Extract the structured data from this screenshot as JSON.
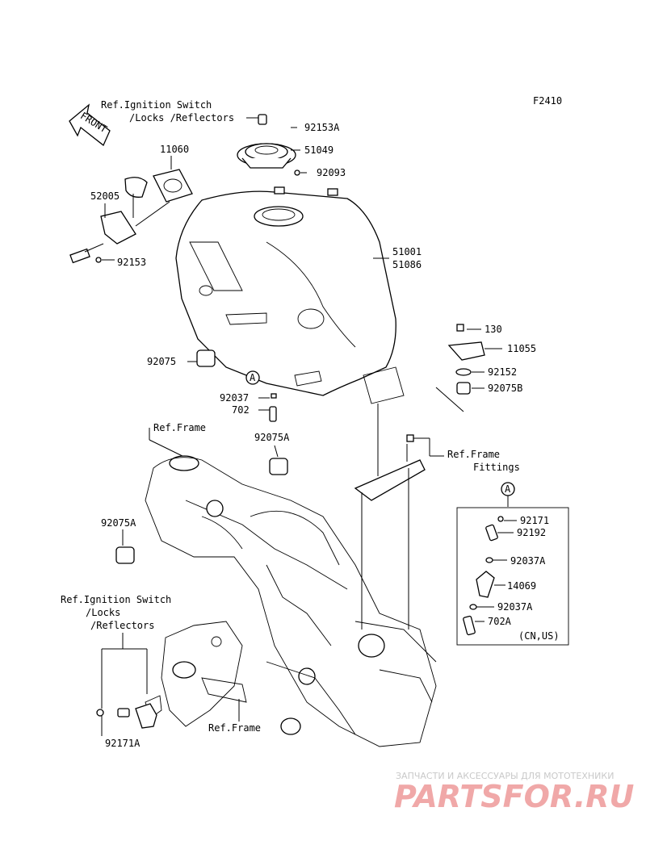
{
  "figure_code": "F2410",
  "front_arrow": "FRONT",
  "labels": {
    "ref_ignition_top_1": "Ref.Ignition Switch",
    "ref_ignition_top_2": "/Locks /Reflectors",
    "p92153A": "92153A",
    "p51049": "51049",
    "p92093": "92093",
    "p11060": "11060",
    "p52005": "52005",
    "p92153": "92153",
    "p51001": "51001",
    "p51086": "51086",
    "p130": "130",
    "p11055": "11055",
    "p92152": "92152",
    "p92075B": "92075B",
    "p92075": "92075",
    "markA1": "A",
    "p92037": "92037",
    "p702": "702",
    "ref_frame_1": "Ref.Frame",
    "p92075A_1": "92075A",
    "ref_frame_fittings_1": "Ref.Frame",
    "ref_frame_fittings_2": "Fittings",
    "markA2": "A",
    "p92171": "92171",
    "p92192": "92192",
    "p92037A_1": "92037A",
    "p14069": "14069",
    "p92037A_2": "92037A",
    "p702A": "702A",
    "cn_us": "(CN,US)",
    "p92075A_2": "92075A",
    "ref_ignition_bot_1": "Ref.Ignition Switch",
    "ref_ignition_bot_2": "/Locks",
    "ref_ignition_bot_3": "/Reflectors",
    "ref_frame_2": "Ref.Frame",
    "p92171A": "92171A"
  },
  "watermark": {
    "tagline": "ЗАПЧАСТИ И АКСЕССУАРЫ ДЛЯ МОТОТЕХНИКИ",
    "brand": "PARTSFOR.RU"
  }
}
